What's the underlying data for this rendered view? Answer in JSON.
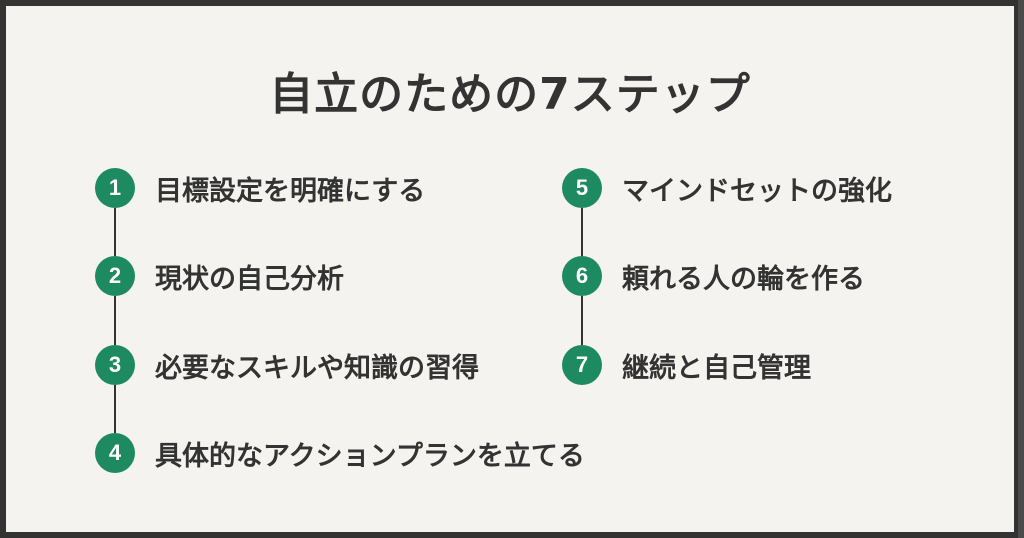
{
  "title": "自立のための7ステップ",
  "colors": {
    "accent": "#1e8a62",
    "text": "#333333",
    "background": "#f4f3ef",
    "frame": "#333333"
  },
  "columns": [
    {
      "steps": [
        {
          "number": "1",
          "label": "目標設定を明確にする"
        },
        {
          "number": "2",
          "label": "現状の自己分析"
        },
        {
          "number": "3",
          "label": "必要なスキルや知識の習得"
        },
        {
          "number": "4",
          "label": "具体的なアクションプランを立てる"
        }
      ]
    },
    {
      "steps": [
        {
          "number": "5",
          "label": "マインドセットの強化"
        },
        {
          "number": "6",
          "label": "頼れる人の輪を作る"
        },
        {
          "number": "7",
          "label": "継続と自己管理"
        }
      ]
    }
  ]
}
